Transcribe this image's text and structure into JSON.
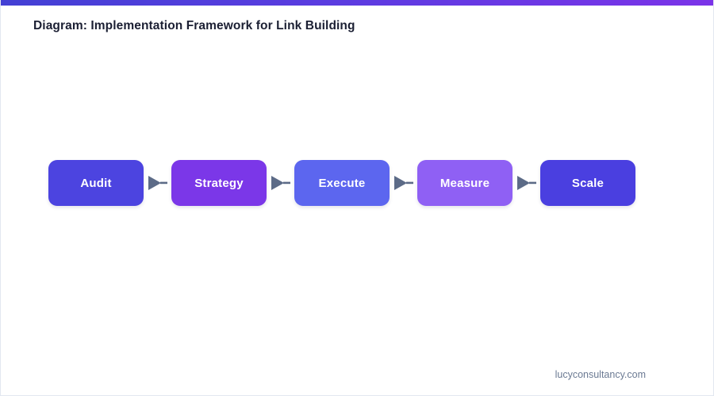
{
  "accent_bar": {
    "gradient_from": "#4340d4",
    "gradient_to": "#7b33e8"
  },
  "header": {
    "title": "Diagram: Implementation Framework for Link Building"
  },
  "diagram": {
    "type": "linear-process-flow",
    "orientation": "horizontal",
    "connector_icon": "arrow-right-icon",
    "connector_color": "#5c6b87",
    "label_color": "#ffffff",
    "steps": [
      {
        "label": "Audit",
        "color": "#4c44e0"
      },
      {
        "label": "Strategy",
        "color": "#7b37e8"
      },
      {
        "label": "Execute",
        "color": "#5c66ef"
      },
      {
        "label": "Measure",
        "color": "#8f60f4"
      },
      {
        "label": "Scale",
        "color": "#4a3fe0"
      }
    ]
  },
  "footer": {
    "source": "lucyconsultancy.com"
  }
}
